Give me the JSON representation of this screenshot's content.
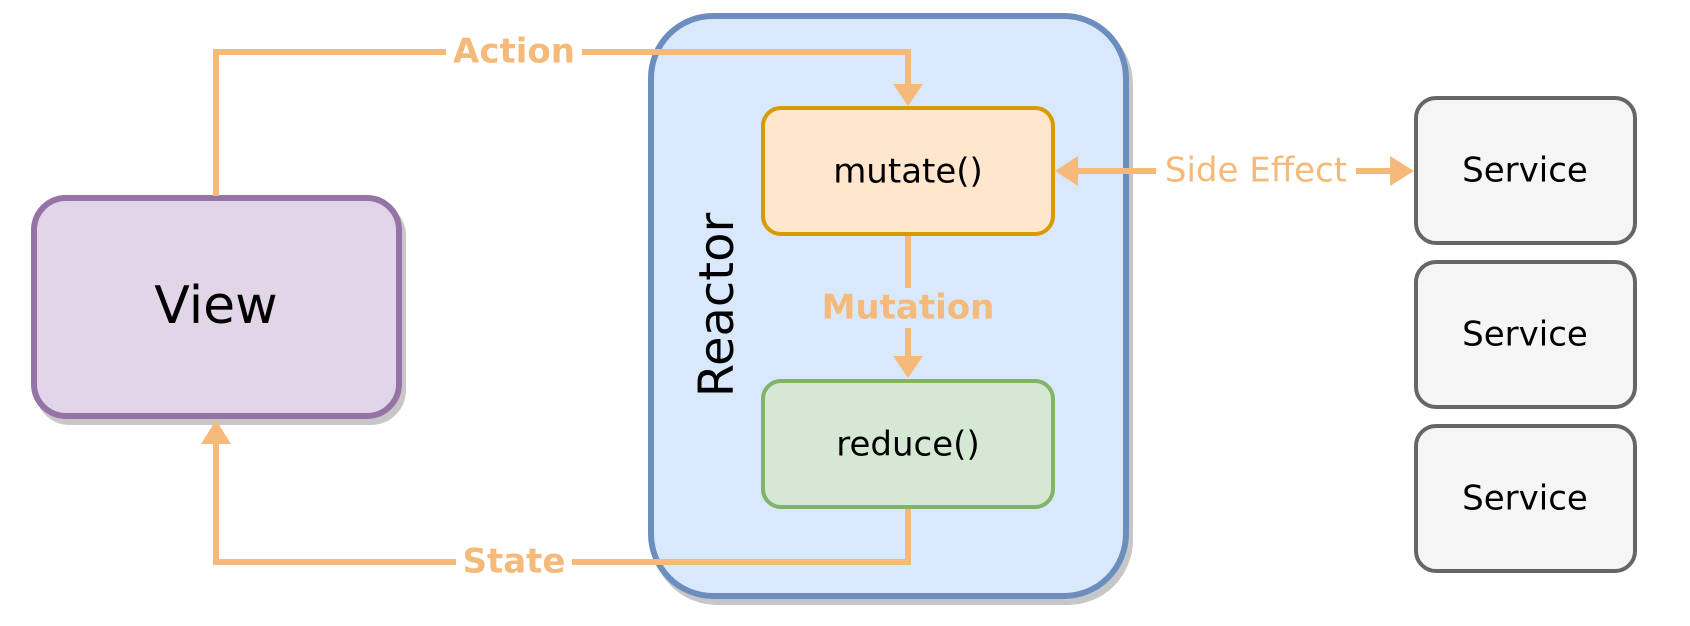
{
  "nodes": {
    "view": {
      "label": "View"
    },
    "reactor": {
      "label": "Reactor"
    },
    "mutate": {
      "label": "mutate()"
    },
    "reduce": {
      "label": "reduce()"
    },
    "services": [
      {
        "label": "Service"
      },
      {
        "label": "Service"
      },
      {
        "label": "Service"
      }
    ]
  },
  "edges": {
    "action": {
      "label": "Action"
    },
    "mutation": {
      "label": "Mutation"
    },
    "state": {
      "label": "State"
    },
    "side_effect": {
      "label": "Side Effect"
    }
  },
  "colors": {
    "arrow": "#f5b97a",
    "view_fill": "#e1d5e7",
    "view_stroke": "#9673a6",
    "reactor_fill": "#dae8fc",
    "reactor_stroke": "#6c8ebf",
    "mutate_fill": "#ffe6cc",
    "mutate_stroke": "#d79b00",
    "reduce_fill": "#d5e8d4",
    "reduce_stroke": "#82b366",
    "service_fill": "#f5f5f5",
    "service_stroke": "#666666"
  }
}
